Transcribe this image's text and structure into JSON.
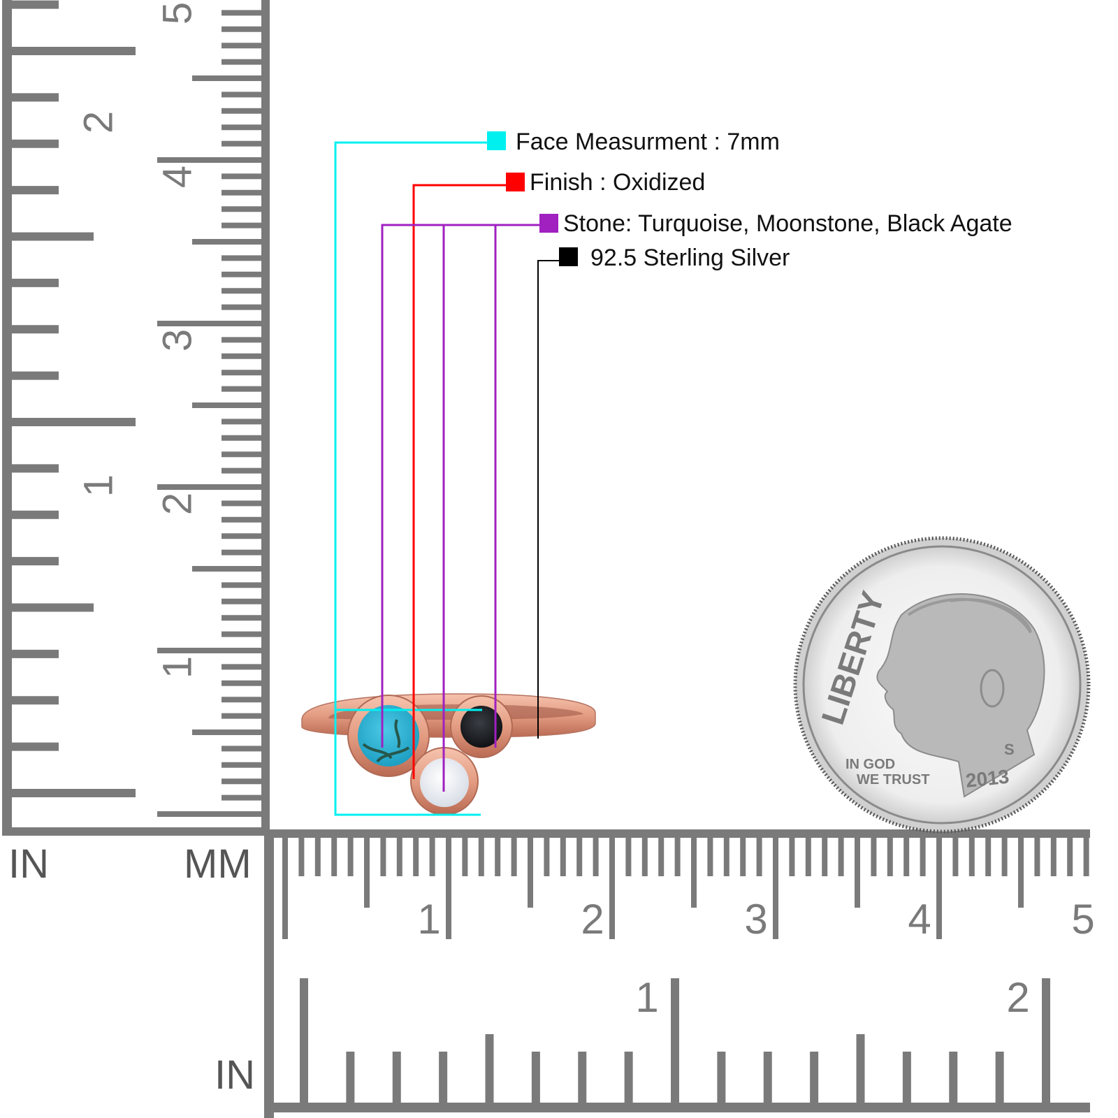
{
  "annotations": [
    {
      "id": "face",
      "label": "Face Measurment : 7mm",
      "color": "#00f0f0"
    },
    {
      "id": "finish",
      "label": "Finish : Oxidized",
      "color": "#ff0000"
    },
    {
      "id": "stone",
      "label": "Stone: Turquoise, Moonstone, Black Agate",
      "color": "#a020c0"
    },
    {
      "id": "metal",
      "label": "92.5 Sterling Silver",
      "color": "#000000"
    }
  ],
  "rulers": {
    "left": {
      "inch_labels": [
        "2",
        "1"
      ],
      "mm_labels": [
        "5",
        "4",
        "3",
        "2",
        "1"
      ],
      "unit_inch": "IN",
      "unit_mm": "MM"
    },
    "bottom": {
      "mm_labels": [
        "1",
        "2",
        "3",
        "4",
        "5"
      ],
      "inch_labels": [
        "1",
        "2"
      ],
      "unit_inch": "IN"
    },
    "color": "#7a7a7a"
  },
  "coin": {
    "legend_top": "LIBERTY",
    "motto_line1": "IN GOD",
    "motto_line2": "WE TRUST",
    "year": "2013",
    "mint_mark": "S"
  },
  "product": {
    "stones": [
      "Turquoise",
      "Moonstone",
      "Black Agate"
    ],
    "metal_color": "#e8a48c"
  }
}
